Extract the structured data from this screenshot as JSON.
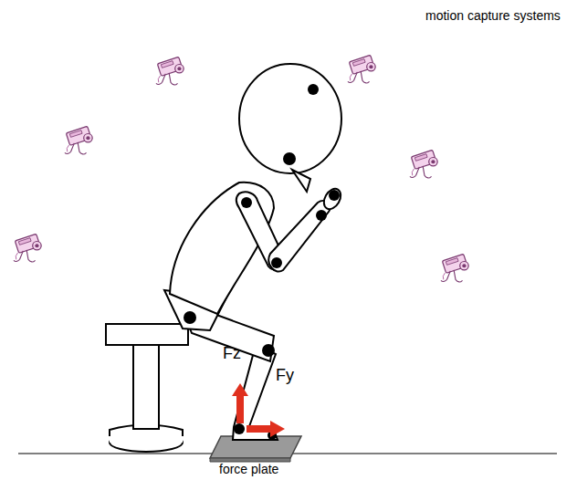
{
  "diagram": {
    "labels": [
      "motion capture systems",
      "Fz",
      "Fy",
      "force plate"
    ]
  }
}
